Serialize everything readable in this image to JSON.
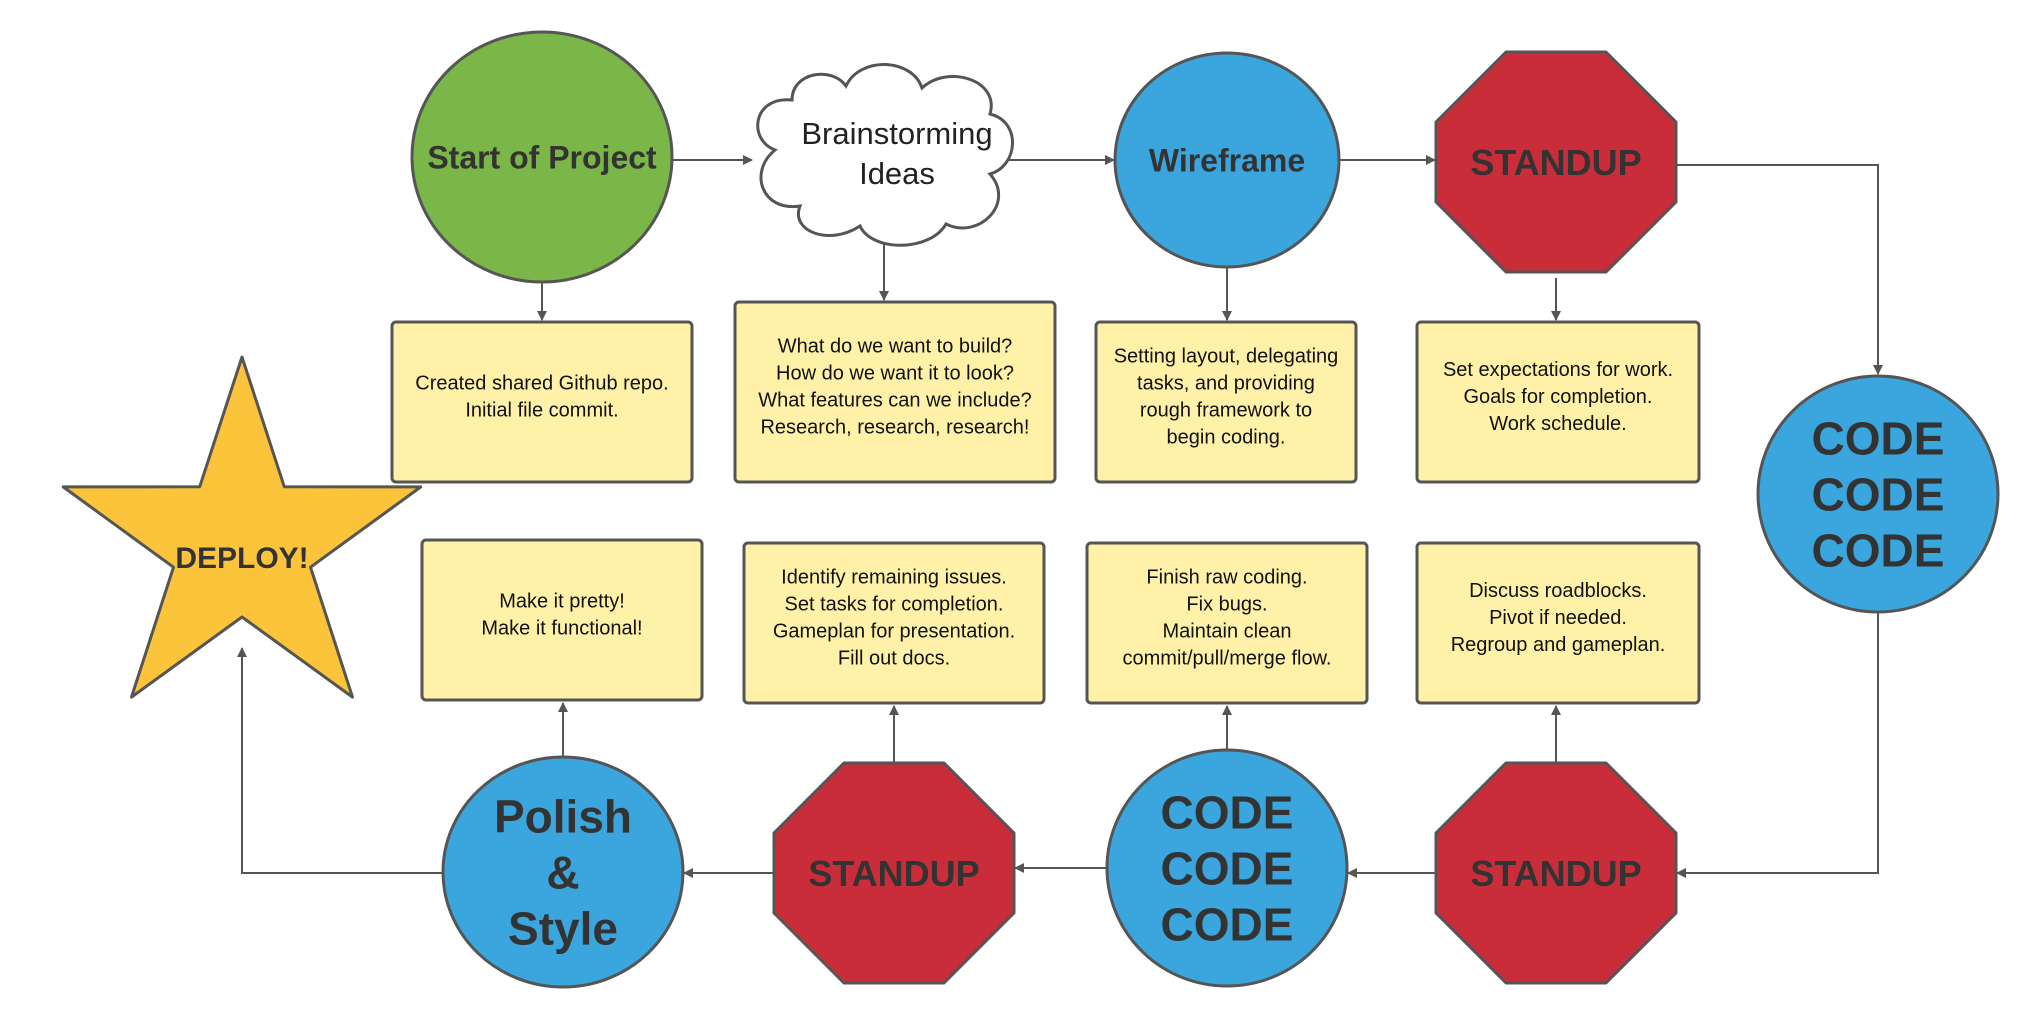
{
  "colors": {
    "green": "#7ab648",
    "blue": "#3aa6dd",
    "red": "#c92d39",
    "gold": "#fcc43a",
    "note": "#fff1a8",
    "stroke": "#555555",
    "arrow": "#555555",
    "text": "#333333"
  },
  "nodes": {
    "start": {
      "shape": "circle",
      "color": "green",
      "lines": [
        "Start of Project"
      ]
    },
    "brainstorm": {
      "shape": "cloud",
      "color": "white",
      "lines": [
        "Brainstorming",
        "Ideas"
      ]
    },
    "wireframe": {
      "shape": "circle",
      "color": "blue",
      "lines": [
        "Wireframe"
      ]
    },
    "standup1": {
      "shape": "octagon",
      "color": "red",
      "lines": [
        "STANDUP"
      ]
    },
    "code1": {
      "shape": "circle",
      "color": "blue",
      "lines": [
        "CODE",
        "CODE",
        "CODE"
      ]
    },
    "standup2": {
      "shape": "octagon",
      "color": "red",
      "lines": [
        "STANDUP"
      ]
    },
    "code2": {
      "shape": "circle",
      "color": "blue",
      "lines": [
        "CODE",
        "CODE",
        "CODE"
      ]
    },
    "standup3": {
      "shape": "octagon",
      "color": "red",
      "lines": [
        "STANDUP"
      ]
    },
    "polish": {
      "shape": "circle",
      "color": "blue",
      "lines": [
        "Polish",
        "&",
        "Style"
      ]
    },
    "deploy": {
      "shape": "star",
      "color": "gold",
      "lines": [
        "DEPLOY!"
      ]
    }
  },
  "notes": {
    "start": [
      "Created shared Github repo.",
      "Initial file commit."
    ],
    "brainstorm": [
      "What do we want to build?",
      "How do we want it to look?",
      "What features can we include?",
      "Research, research, research!"
    ],
    "wireframe": [
      "Setting layout, delegating",
      "tasks, and providing",
      "rough framework to",
      "begin coding."
    ],
    "standup1": [
      "Set expectations for work.",
      "Goals for completion.",
      "Work schedule."
    ],
    "standup2": [
      "Discuss roadblocks.",
      "Pivot if needed.",
      "Regroup and gameplan."
    ],
    "code2": [
      "Finish raw coding.",
      "Fix bugs.",
      "Maintain clean",
      "commit/pull/merge flow."
    ],
    "standup3": [
      "Identify remaining issues.",
      "Set tasks for completion.",
      "Gameplan for presentation.",
      "Fill out docs."
    ],
    "polish": [
      "Make it pretty!",
      "Make it functional!"
    ]
  }
}
